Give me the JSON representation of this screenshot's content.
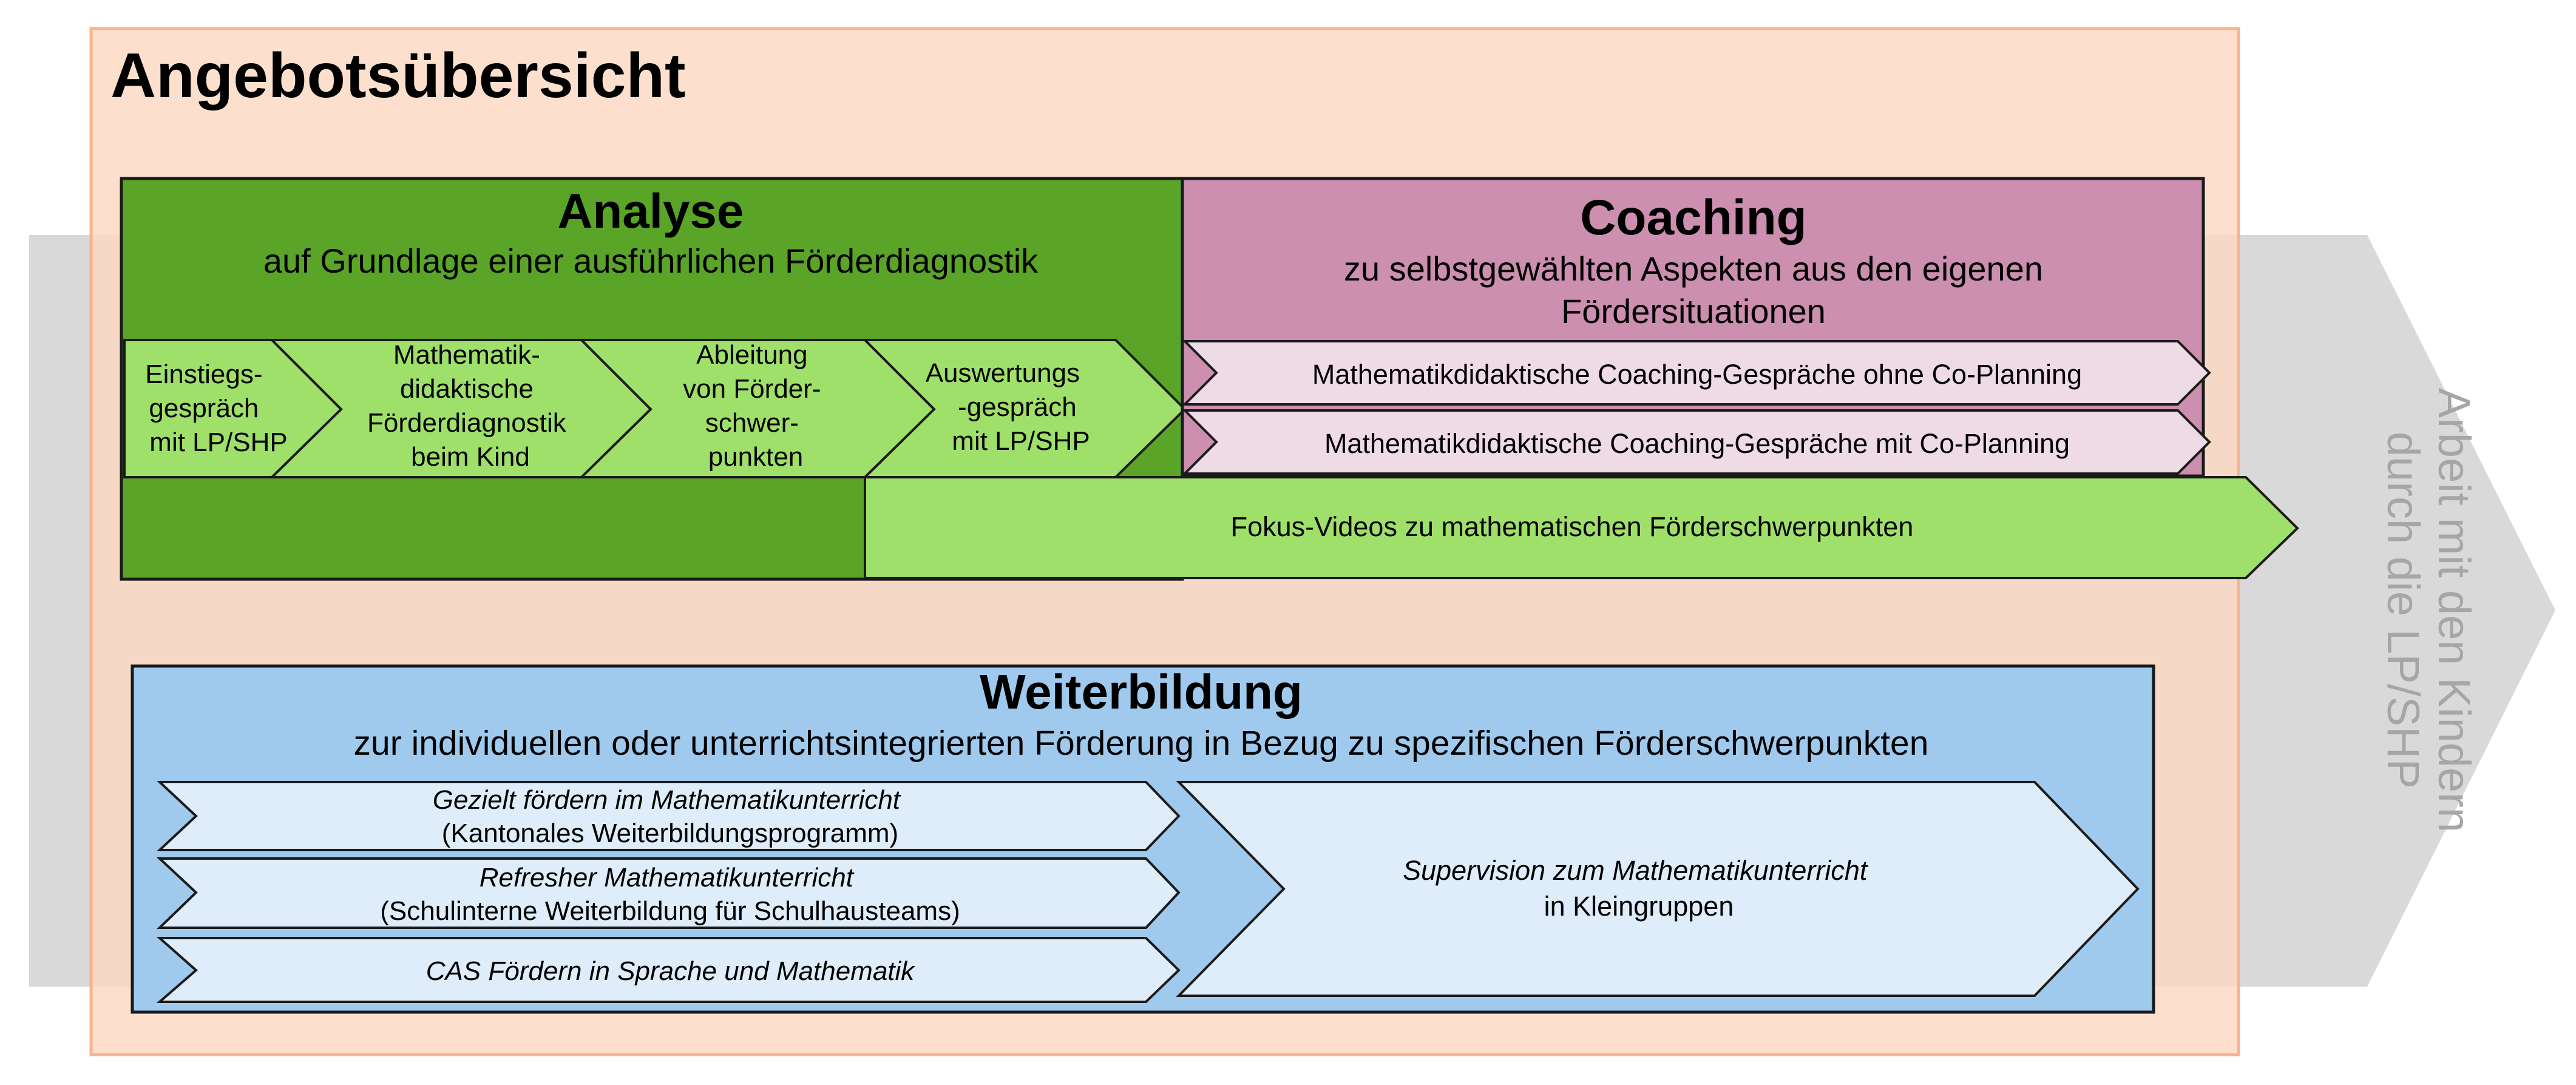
{
  "page_title": "Angebotsübersicht",
  "side_arrow": {
    "line1": "Arbeit mit den Kindern",
    "line2": "durch die LP/SHP"
  },
  "analyse": {
    "title": "Analyse",
    "subtitle": "auf Grundlage einer ausführlichen Förderdiagnostik",
    "steps": [
      {
        "lines": [
          "Einstiegs-",
          "gespräch",
          "mit LP/SHP"
        ]
      },
      {
        "lines": [
          "Mathematik-",
          "didaktische",
          "Förderdiagnostik",
          "beim Kind"
        ]
      },
      {
        "lines": [
          "Ableitung",
          "von Förder-",
          "schwer-",
          "punkten"
        ]
      },
      {
        "lines": [
          "Auswertungs",
          "-gespräch",
          "mit LP/SHP"
        ]
      }
    ]
  },
  "coaching": {
    "title": "Coaching",
    "subtitle_line1": "zu selbstgewählten Aspekten aus den eigenen",
    "subtitle_line2": "Fördersituationen",
    "items": [
      "Mathematikdidaktische Coaching-Gespräche ohne Co-Planning",
      "Mathematikdidaktische Coaching-Gespräche mit Co-Planning"
    ]
  },
  "fokus_videos": "Fokus-Videos zu mathematischen Förderschwerpunkten",
  "weiterbildung": {
    "title": "Weiterbildung",
    "subtitle": "zur individuellen oder unterrichtsintegrierten Förderung in Bezug zu spezifischen Förderschwerpunkten",
    "items": [
      {
        "line1": "Gezielt fördern im Mathematikunterricht",
        "line2": "(Kantonales Weiterbildungsprogramm)"
      },
      {
        "line1": "Refresher Mathematikunterricht",
        "line2": "(Schulinterne Weiterbildung für Schulhausteams)"
      },
      {
        "line1": "CAS Fördern in Sprache und Mathematik",
        "line2": ""
      }
    ],
    "supervision": {
      "line1": "Supervision zum Mathematikunterricht",
      "line2": "in Kleingruppen"
    }
  },
  "colors": {
    "frame_fill": "#fbd9c2",
    "frame_stroke": "#f6b48e",
    "grey_arrow": "#d9d9d9",
    "side_text": "#a6a6a6",
    "analyse_dark": "#5aa428",
    "analyse_light": "#9fe06a",
    "coaching_fill": "#cc8fb0",
    "coaching_light": "#efdbe6",
    "weiterbildung_fill": "#9fcaed",
    "weiterbildung_light": "#deedf9"
  }
}
